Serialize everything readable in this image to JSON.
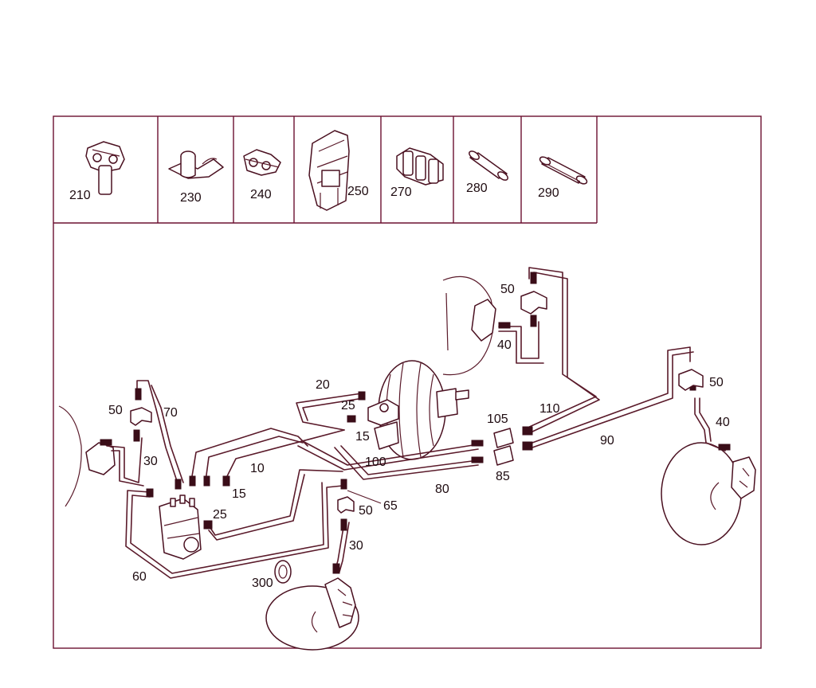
{
  "diagram": {
    "parts_panel": [
      {
        "id": "210",
        "label": "210"
      },
      {
        "id": "230",
        "label": "230"
      },
      {
        "id": "240",
        "label": "240"
      },
      {
        "id": "250",
        "label": "250"
      },
      {
        "id": "270",
        "label": "270"
      },
      {
        "id": "280",
        "label": "280"
      },
      {
        "id": "290",
        "label": "290"
      }
    ],
    "callouts": {
      "c50_top": "50",
      "c40_top": "40",
      "c50_right": "50",
      "c40_right": "40",
      "c110": "110",
      "c90": "90",
      "c105": "105",
      "c85": "85",
      "c80": "80",
      "c20": "20",
      "c25_top": "25",
      "c15_top": "15",
      "c100": "100",
      "c10": "10",
      "c15_mid": "15",
      "c25_mid": "25",
      "c50_left": "50",
      "c70": "70",
      "c30_left": "30",
      "c60": "60",
      "c65": "65",
      "c50_bottom": "50",
      "c30_bottom": "30",
      "c300": "300"
    }
  }
}
